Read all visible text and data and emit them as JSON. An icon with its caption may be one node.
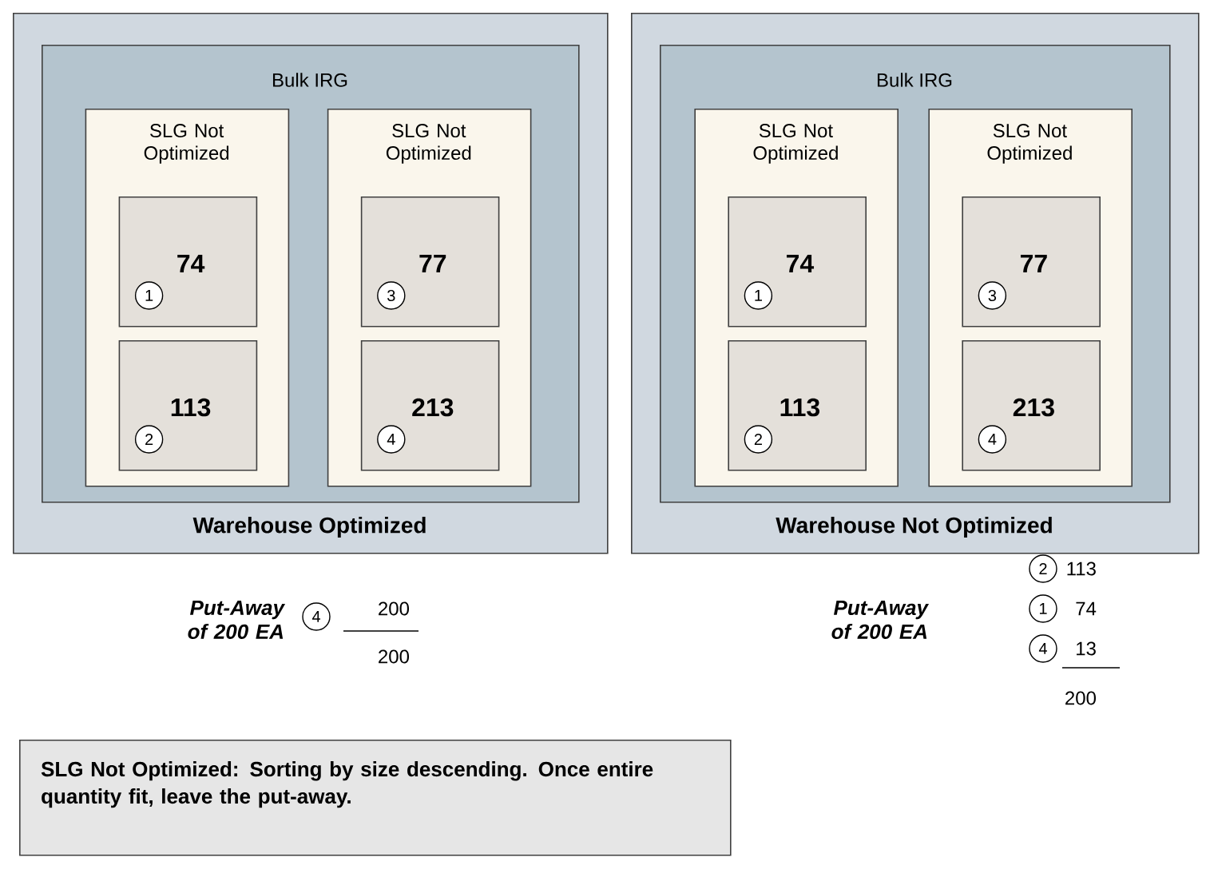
{
  "diagram": {
    "nodes": [
      {
        "text": [
          "Warehouse Optimized"
        ]
      },
      {
        "text": [
          "Bulk IRG"
        ],
        "in": 0
      },
      {
        "text": [
          "SLG Not Optimized"
        ],
        "in": 1
      },
      {
        "text": [
          "74"
        ],
        "in": 2
      },
      {
        "text": [
          "1"
        ],
        "in": 3
      },
      {
        "text": [
          "113"
        ],
        "in": 2
      },
      {
        "text": [
          "2"
        ],
        "in": 5
      },
      {
        "text": [
          "SLG Not Optimized"
        ],
        "in": 1
      },
      {
        "text": [
          "77"
        ],
        "in": 7
      },
      {
        "text": [
          "3"
        ],
        "in": 8
      },
      {
        "text": [
          "213"
        ],
        "in": 7
      },
      {
        "text": [
          "4"
        ],
        "in": 10
      },
      {
        "text": [
          "Warehouse Not Optimized"
        ]
      },
      {
        "text": [
          "Bulk IRG"
        ],
        "in": 12
      },
      {
        "text": [
          "SLG Not Optimized"
        ],
        "in": 13
      },
      {
        "text": [
          "74"
        ],
        "in": 14
      },
      {
        "text": [
          "1"
        ],
        "in": 15
      },
      {
        "text": [
          "113"
        ],
        "in": 14
      },
      {
        "text": [
          "2"
        ],
        "in": 17
      },
      {
        "text": [
          "SLG Not Optimized"
        ],
        "in": 13
      },
      {
        "text": [
          "77"
        ],
        "in": 19
      },
      {
        "text": [
          "3"
        ],
        "in": 20
      },
      {
        "text": [
          "213"
        ],
        "in": 19
      },
      {
        "text": [
          "4"
        ],
        "in": 22
      },
      {
        "text": [
          "4"
        ]
      },
      {
        "text": [
          "2"
        ]
      },
      {
        "text": [
          "1"
        ]
      },
      {
        "text": [
          "4"
        ]
      },
      {
        "text": [
          "SLG Not Optimized: Sorting by size descending. Once entire quantity fit, leave the put-away."
        ]
      }
    ],
    "labels": [
      "Put-Away of 200 EA",
      "200",
      "200",
      "113",
      "Put-Away of 200 EA",
      "74",
      "13",
      "200"
    ]
  }
}
